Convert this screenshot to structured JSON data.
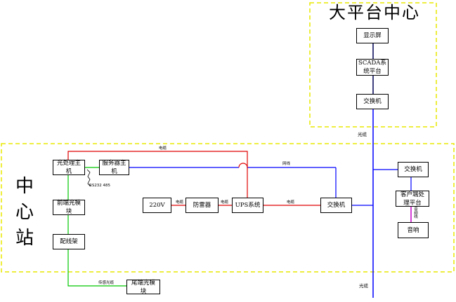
{
  "zones": {
    "platform_title": "大平台中心",
    "station_title": "中心站"
  },
  "boxes": {
    "display": "显示屏",
    "scada": "SCADA系统平台",
    "switch_top": "交换机",
    "optical_host": "光处理主机",
    "server_host": "服务器主机",
    "front_module": "前端光模块",
    "patch_frame": "配线架",
    "power_220v": "220V",
    "surge_protector": "防雷器",
    "ups": "UPS系统",
    "switch_mid": "交换机",
    "switch_right": "交换机",
    "client_platform": "客户端处理平台",
    "speaker": "音响",
    "tail_module": "尾端光模块"
  },
  "labels": {
    "power_cable_top": "电缆",
    "network_cable": "网线",
    "rs_cable": "RS232 485",
    "power_cable_a": "电缆",
    "power_cable_b": "电缆",
    "power_cable_c": "电缆",
    "fiber_upper": "光缆",
    "fiber_lower": "光缆",
    "sensing_fiber": "传感光缆",
    "audio_line": "音频线"
  },
  "colors": {
    "zone_border": "#e8e800",
    "power_line": "#e00000",
    "network_line": "#0000ff",
    "fiber_line": "#00c800",
    "audio_line": "#c800c8"
  }
}
